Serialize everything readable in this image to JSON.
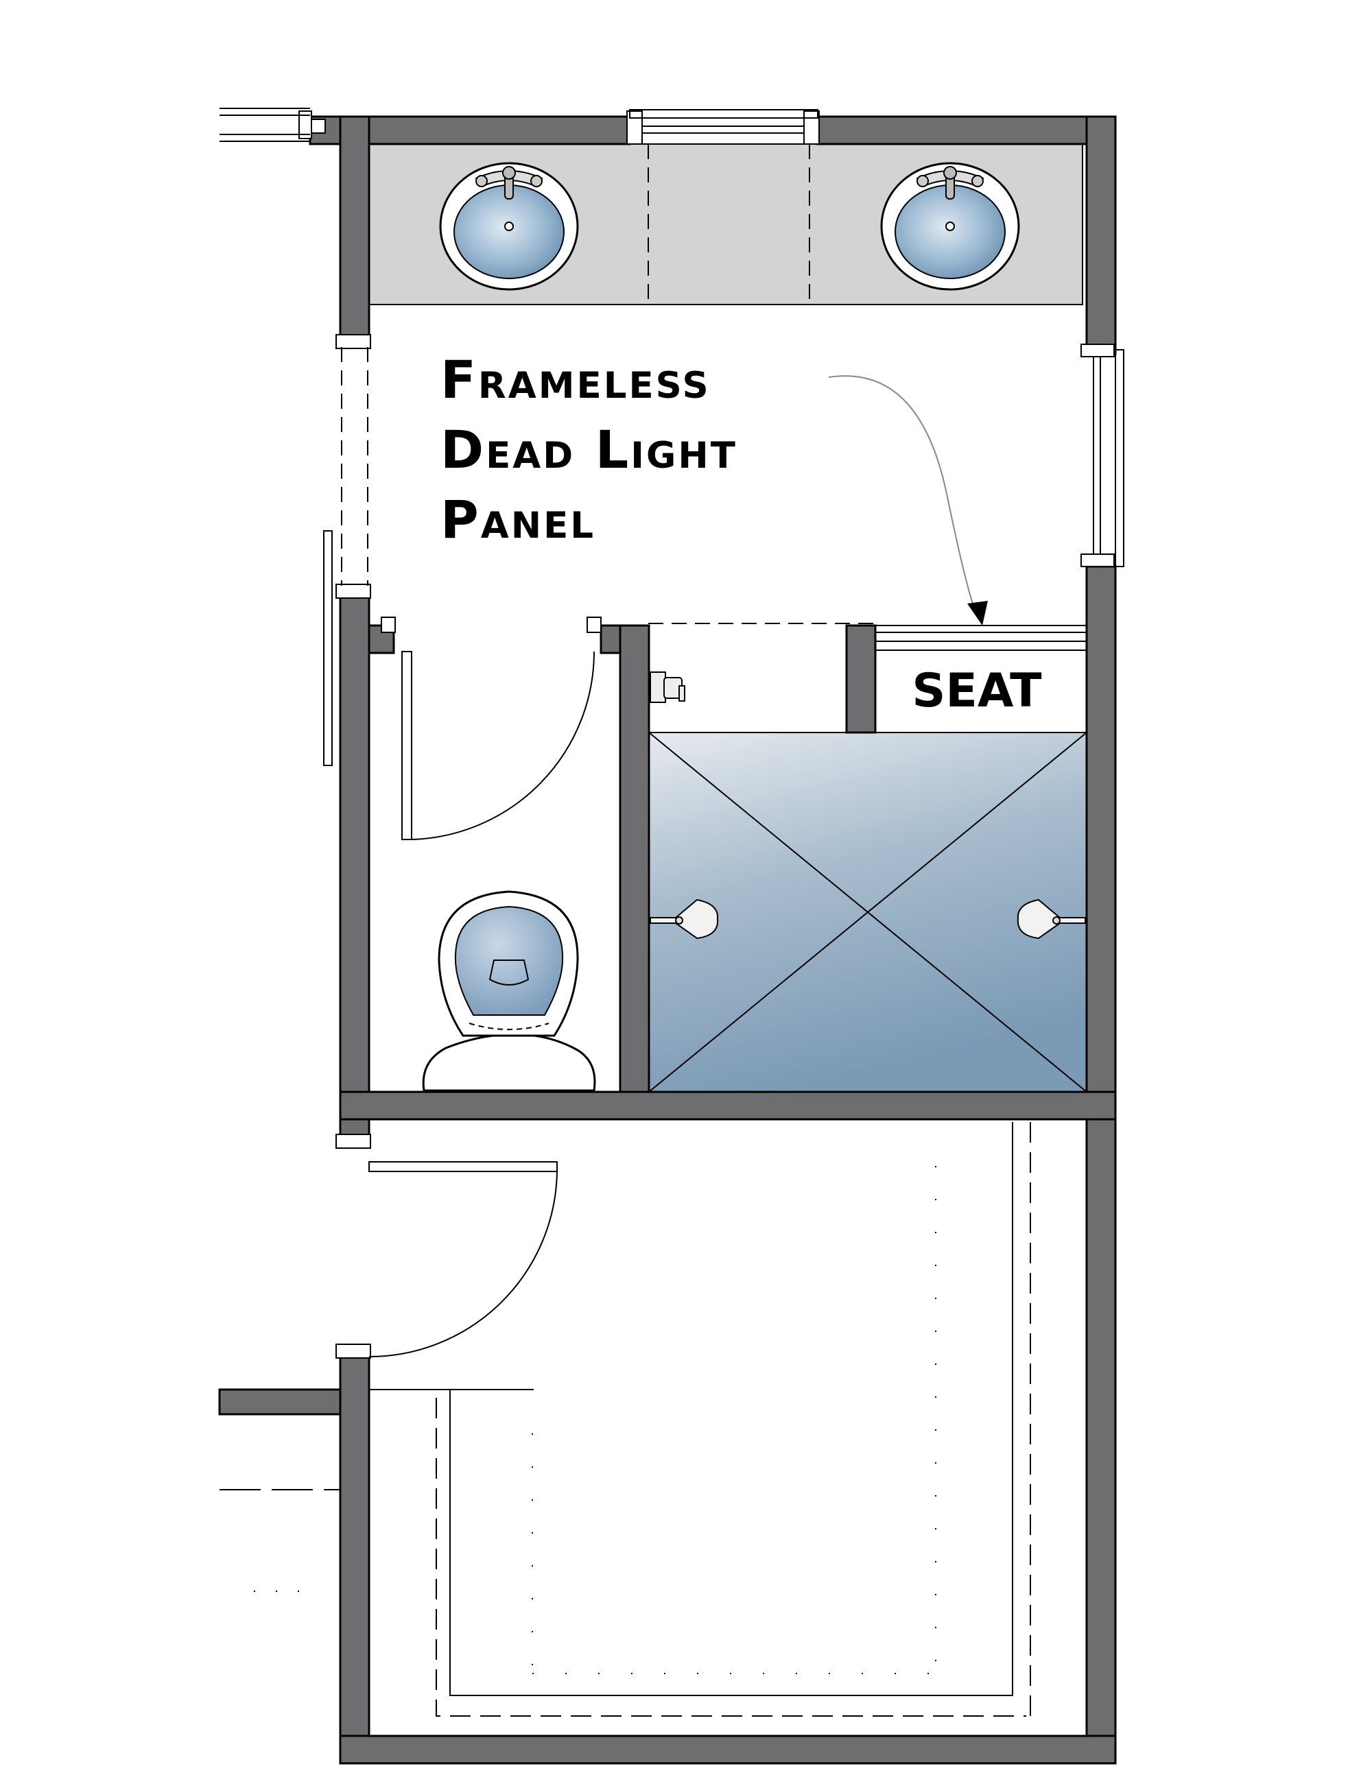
{
  "annotation": {
    "lines": [
      "Frameless",
      "Dead Light",
      "Panel"
    ]
  },
  "labels": {
    "seat": "SEAT"
  },
  "colors": {
    "wall": "#6e6e70",
    "countertop": "#d3d3d3",
    "shower_top": "#e4e8ec",
    "shower_bottom": "#7e9cb6",
    "sink_basin": "#8fb0cc",
    "toilet_bowl": "#8aa8c4"
  },
  "icons": {
    "sink_left": "sink-icon",
    "sink_right": "sink-icon",
    "toilet": "toilet-icon",
    "shower_head_left": "shower-head-icon",
    "shower_head_right": "shower-head-icon",
    "toilet_paper_holder": "toilet-paper-holder-icon"
  }
}
